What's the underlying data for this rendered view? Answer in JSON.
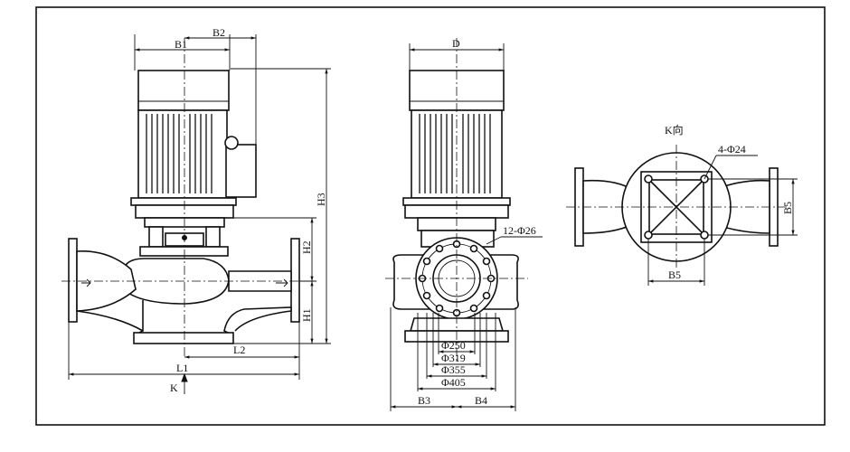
{
  "labels": {
    "B1": "B1",
    "B2": "B2",
    "D": "D",
    "H1": "H1",
    "H2": "H2",
    "H3": "H3",
    "L1": "L1",
    "L2": "L2",
    "K": "K",
    "K_view": "K向",
    "bolts_base": "4-Φ24",
    "bolts_flange": "12-Φ26",
    "B3": "B3",
    "B4": "B4",
    "B5_h": "B5",
    "B5_v": "B5",
    "d250": "Φ250",
    "d319": "Φ319",
    "d355": "Φ355",
    "d405": "Φ405"
  }
}
